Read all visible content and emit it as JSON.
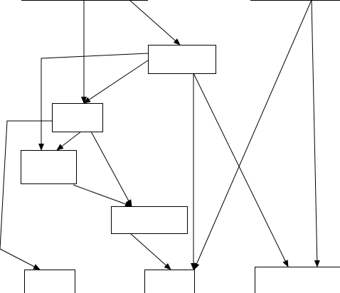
{
  "diagram": {
    "line_color": "#000000",
    "node_fill": "#ffffff",
    "background": "#ffffff",
    "nodes": [
      {
        "id": "top-left-bar",
        "label": ""
      },
      {
        "id": "top-right-bar",
        "label": ""
      },
      {
        "id": "upper-box",
        "label": ""
      },
      {
        "id": "middle-left-box",
        "label": ""
      },
      {
        "id": "small-left-box",
        "label": ""
      },
      {
        "id": "wide-box",
        "label": ""
      },
      {
        "id": "bottom-left-box",
        "label": ""
      },
      {
        "id": "bottom-middle-box",
        "label": ""
      },
      {
        "id": "bottom-right-box",
        "label": ""
      }
    ],
    "edges": [
      {
        "from": "top-left-bar",
        "to": "middle-left-box"
      },
      {
        "from": "top-left-bar",
        "to": "upper-box"
      },
      {
        "from": "upper-box",
        "to": "middle-left-box"
      },
      {
        "from": "upper-box",
        "to": "small-left-box"
      },
      {
        "from": "upper-box",
        "to": "bottom-middle-box"
      },
      {
        "from": "upper-box",
        "to": "bottom-right-box"
      },
      {
        "from": "middle-left-box",
        "to": "small-left-box"
      },
      {
        "from": "middle-left-box",
        "to": "wide-box"
      },
      {
        "from": "middle-left-box",
        "to": "bottom-left-box"
      },
      {
        "from": "small-left-box",
        "to": "wide-box"
      },
      {
        "from": "wide-box",
        "to": "bottom-middle-box"
      },
      {
        "from": "top-right-bar",
        "to": "bottom-middle-box"
      },
      {
        "from": "top-right-bar",
        "to": "bottom-right-box"
      }
    ]
  }
}
